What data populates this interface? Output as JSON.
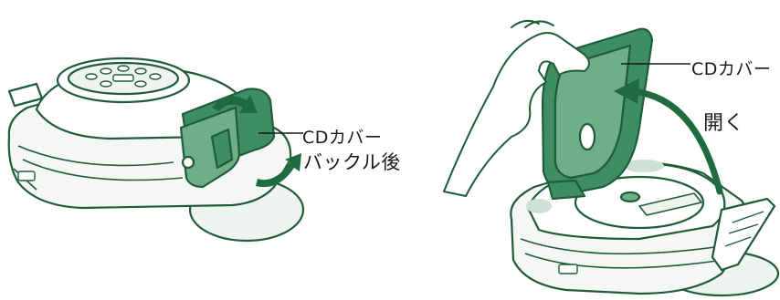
{
  "labels": {
    "cd_cover_left": "CDカバー",
    "buckle_back": "バックル後",
    "cd_cover_right": "CDカバー",
    "open": "開く"
  },
  "colors": {
    "outline": "#1f5c3a",
    "cover_green": "#3e8e62",
    "cover_green_light": "#6fae88",
    "base_light": "#eef3ef",
    "arrow_green": "#1d6b3f",
    "text": "#1a1a1a"
  }
}
